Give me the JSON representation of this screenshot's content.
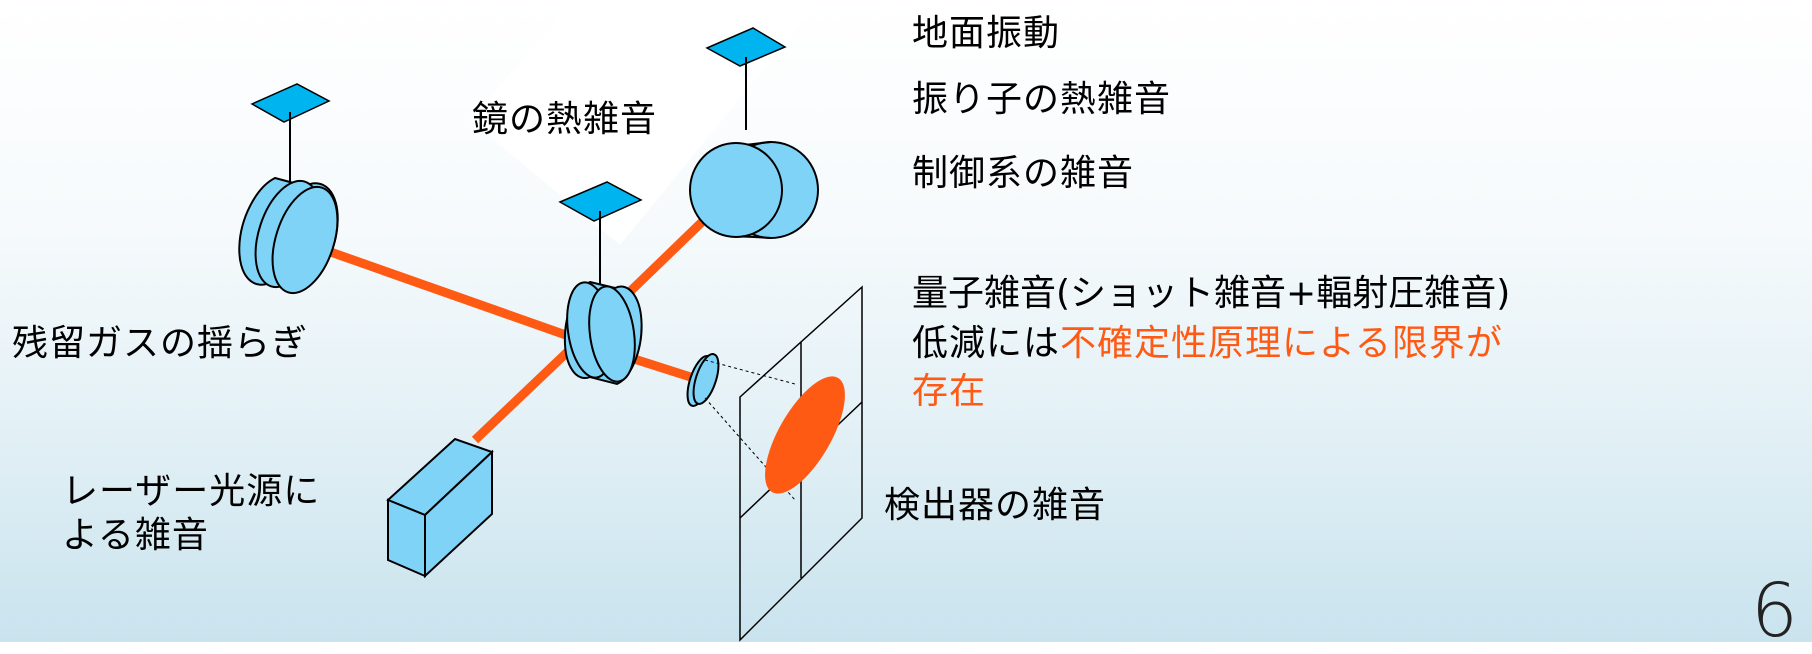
{
  "labels": {
    "ground_vibration": "地面振動",
    "pendulum_thermal": "振り子の熱雑音",
    "control_noise": "制御系の雑音",
    "mirror_thermal": "鏡の熱雑音",
    "residual_gas": "残留ガスの揺らぎ",
    "quantum_noise": "量子雑音(ショット雑音+輻射圧雑音)",
    "reduction_prefix": "低減には",
    "reduction_highlight_1": "不確定性原理による限界が",
    "reduction_highlight_2": "存在",
    "laser_noise_1": "レーザー光源に",
    "laser_noise_2": "よる雑音",
    "detector_noise": "検出器の雑音"
  },
  "page_number": "6",
  "colors": {
    "mirror_fill": "#7fd3f7",
    "suspension_fill": "#00b4f0",
    "beam": "#ff5a14",
    "highlight_text": "#ff5a14"
  }
}
